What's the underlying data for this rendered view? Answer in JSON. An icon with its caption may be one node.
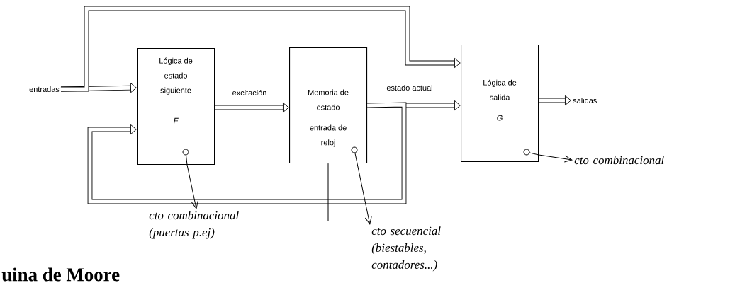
{
  "diagram": {
    "title": "uina de Moore",
    "nodes": [
      {
        "text": [
          "entradas"
        ]
      },
      {
        "text": [
          "Lógica de estado siguiente",
          "F"
        ]
      },
      {
        "text": [
          "Memoria de estado",
          "entrada de reloj"
        ]
      },
      {
        "text": [
          "Lógica de salida",
          "G"
        ]
      },
      {
        "text": [
          "salidas"
        ]
      },
      {
        "text": [
          "cto combinacional (puertas p.ej)"
        ]
      },
      {
        "text": [
          "cto secuencial (biestables, contadores...)"
        ]
      },
      {
        "text": [
          "cto combinacional"
        ]
      }
    ],
    "edges": [
      {
        "from": 0,
        "to": 1,
        "arrow": "to"
      },
      {
        "from": 0,
        "to": 3,
        "arrow": "to"
      },
      {
        "from": 1,
        "to": 2,
        "arrow": "to",
        "label": "excitación"
      },
      {
        "from": 2,
        "to": 3,
        "arrow": "to",
        "label": "estado actual"
      },
      {
        "from": 2,
        "to": 1,
        "arrow": "to"
      },
      {
        "from": 3,
        "to": 4,
        "arrow": "to"
      },
      {
        "from": null,
        "to": 2,
        "arrow": "none"
      },
      {
        "from": 1,
        "to": 5,
        "arrow": "to"
      },
      {
        "from": 2,
        "to": 6,
        "arrow": "to"
      },
      {
        "from": 3,
        "to": 7,
        "arrow": "to"
      }
    ]
  }
}
